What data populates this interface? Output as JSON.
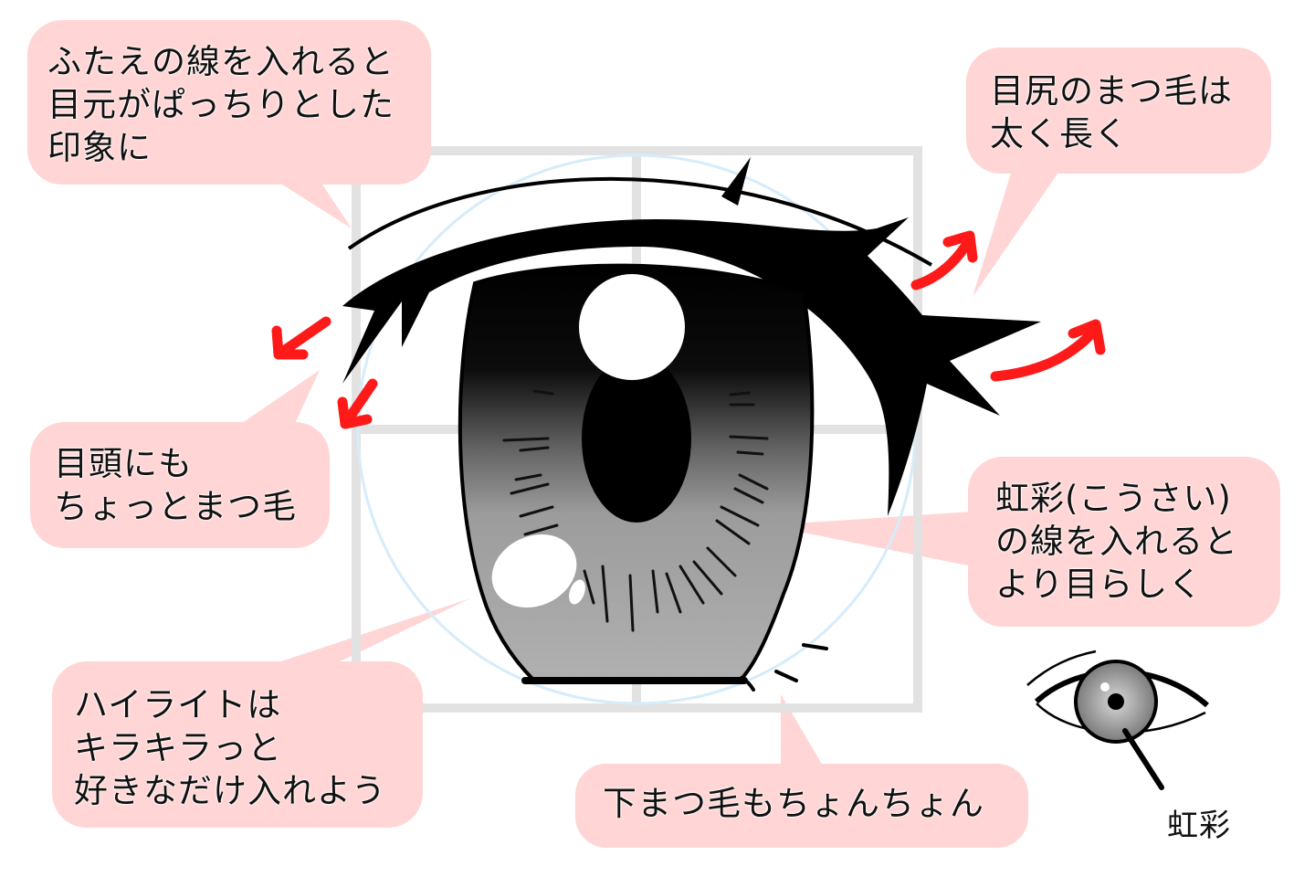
{
  "colors": {
    "bubble_fill": "#ffd5d5",
    "arrow_red": "#ff1a1a",
    "guide_grid": "#e2e2e2",
    "guide_circle": "#d6ecfa",
    "ink": "#000000"
  },
  "bubbles": {
    "double_eyelid": {
      "lines": [
        "ふたえの線を入れると",
        "目元がぱっちりとした",
        "印象に"
      ]
    },
    "outer_lashes": {
      "lines": [
        "目尻のまつ毛は",
        "太く長く"
      ]
    },
    "inner_lashes": {
      "lines": [
        "目頭にも",
        "ちょっとまつ毛"
      ]
    },
    "iris_lines": {
      "lines": [
        "虹彩(こうさい)",
        "の線を入れると",
        "より目らしく"
      ]
    },
    "highlight": {
      "lines": [
        "ハイライトは",
        "キラキラっと",
        "好きなだけ入れよう"
      ]
    },
    "lower_lashes": {
      "lines": [
        "下まつ毛もちょんちょん"
      ]
    }
  },
  "reference_eye": {
    "caption": "虹彩"
  },
  "arrows": [
    {
      "name": "inner-lash-arrow-upper",
      "direction": "down-left"
    },
    {
      "name": "inner-lash-arrow-lower",
      "direction": "down-left"
    },
    {
      "name": "outer-lash-arrow-upper",
      "direction": "up-right"
    },
    {
      "name": "outer-lash-arrow-lower",
      "direction": "up-right"
    }
  ]
}
